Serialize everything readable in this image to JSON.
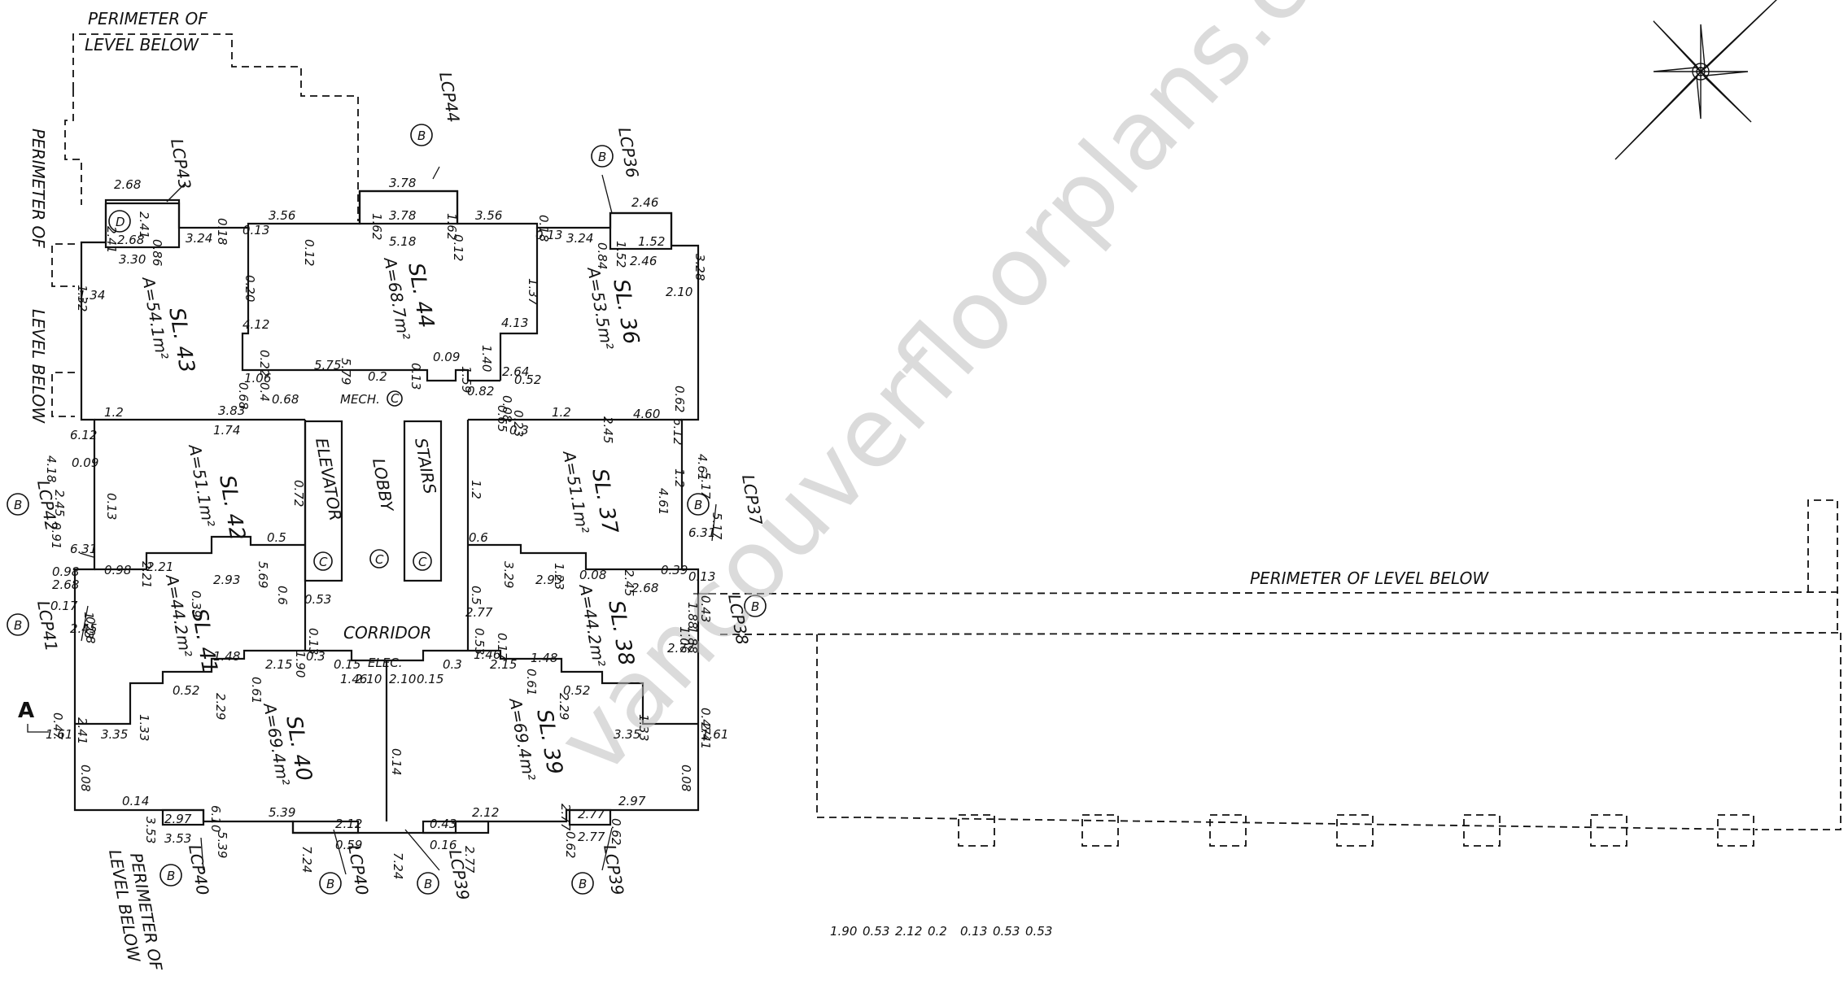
{
  "watermark": "vancouverfloorplans.com",
  "perimeter": {
    "top_line1": "PERIMETER OF",
    "top_line2": "LEVEL BELOW",
    "left_line1": "PERIMETER OF",
    "left_line2": "LEVEL BELOW",
    "bottom_line1": "PERIMETER OF",
    "bottom_line2": "LEVEL BELOW",
    "right": "PERIMETER OF LEVEL BELOW"
  },
  "units": [
    {
      "name": "SL. 43",
      "area": "A=54.1m²"
    },
    {
      "name": "SL. 44",
      "area": "A=68.7m²"
    },
    {
      "name": "SL. 36",
      "area": "A=53.5m²"
    },
    {
      "name": "SL. 42",
      "area": "A=51.1m²"
    },
    {
      "name": "SL. 37",
      "area": "A=51.1m²"
    },
    {
      "name": "SL. 41",
      "area": "A=44.2m²"
    },
    {
      "name": "SL. 38",
      "area": "A=44.2m²"
    },
    {
      "name": "SL. 40",
      "area": "A=69.4m²"
    },
    {
      "name": "SL. 39",
      "area": "A=69.4m²"
    }
  ],
  "common": {
    "elevator": "ELEVATOR",
    "stairs": "STAIRS",
    "lobby": "LOBBY",
    "corridor": "CORRIDOR",
    "mech": "MECH.",
    "elec": "ELEC.",
    "common_mark": "C"
  },
  "lcp": [
    "LCP43",
    "LCP44",
    "LCP36",
    "LCP42",
    "LCP37",
    "LCP41",
    "LCP38",
    "LCP40",
    "LCP40",
    "LCP39",
    "LCP39"
  ],
  "markers": {
    "b": "B",
    "d": "D"
  },
  "section_label": "A",
  "dimensions": [
    "2.68",
    "2.41",
    "2.41",
    "2.68",
    "3.30",
    "0.86",
    "3.24",
    "0.18",
    "3.56",
    "0.13",
    "0.12",
    "3.78",
    "1.62",
    "1.62",
    "3.78",
    "5.18",
    "0.12",
    "3.56",
    "0.18",
    "0.13",
    "3.24",
    "0.84",
    "2.46",
    "1.52",
    "1.52",
    "2.46",
    "3.28",
    "1.32",
    "1.34",
    "0.20",
    "4.12",
    "1.37",
    "4.13",
    "1.40",
    "2.10",
    "0.22",
    "5.75",
    "5.79",
    "0.13",
    "0.09",
    "1.59",
    "2.64",
    "0.52",
    "0.68",
    "1.06",
    "0.68",
    "0.4",
    "0.2",
    "0.82",
    "0.08",
    "0.23",
    "1.2",
    "3.83",
    "1.74",
    "0.3",
    "1.2",
    "2.45",
    "4.60",
    "6.12",
    "6.12",
    "4.18",
    "0.09",
    "2.45",
    "0.13",
    "0.91",
    "0.72",
    "1.2",
    "4.61",
    "6.31",
    "4.61",
    "5.17",
    "5.17",
    "6.31",
    "1.2",
    "0.5",
    "0.6",
    "5.69",
    "3.29",
    "0.6",
    "0.5",
    "2.21",
    "2.21",
    "0.98",
    "0.98",
    "2.93",
    "2.93",
    "0.08",
    "1.23",
    "2.45",
    "0.39",
    "2.68",
    "2.68",
    "1.23",
    "0.17",
    "0.08",
    "2.45",
    "0.39",
    "0.53",
    "0.13",
    "1.90",
    "2.77",
    "0.53",
    "0.17",
    "0.3",
    "1.46",
    "0.15",
    "0.3",
    "1.46",
    "0.15",
    "2.10",
    "2.10",
    "2.15",
    "2.15",
    "0.61",
    "0.61",
    "1.48",
    "1.48",
    "2.29",
    "2.29",
    "0.52",
    "0.52",
    "1.33",
    "1.33",
    "0.47",
    "0.47",
    "2.41",
    "2.41",
    "1.61",
    "1.61",
    "3.35",
    "3.35",
    "0.08",
    "0.08",
    "0.14",
    "0.14",
    "2.97",
    "2.97",
    "3.53",
    "3.53",
    "6.10",
    "5.39",
    "5.39",
    "2.12",
    "2.12",
    "0.59",
    "0.43",
    "0.16",
    "7.24",
    "7.24",
    "2.77",
    "2.77",
    "2.77",
    "2.77",
    "0.62",
    "0.62",
    "0.62",
    "1.88",
    "1.88",
    "0.43",
    "0.65",
    "1.06",
    "0.13",
    "2.77",
    "1.90",
    "0.53",
    "2.12",
    "0.2",
    "0.13",
    "0.53",
    "0.53"
  ]
}
